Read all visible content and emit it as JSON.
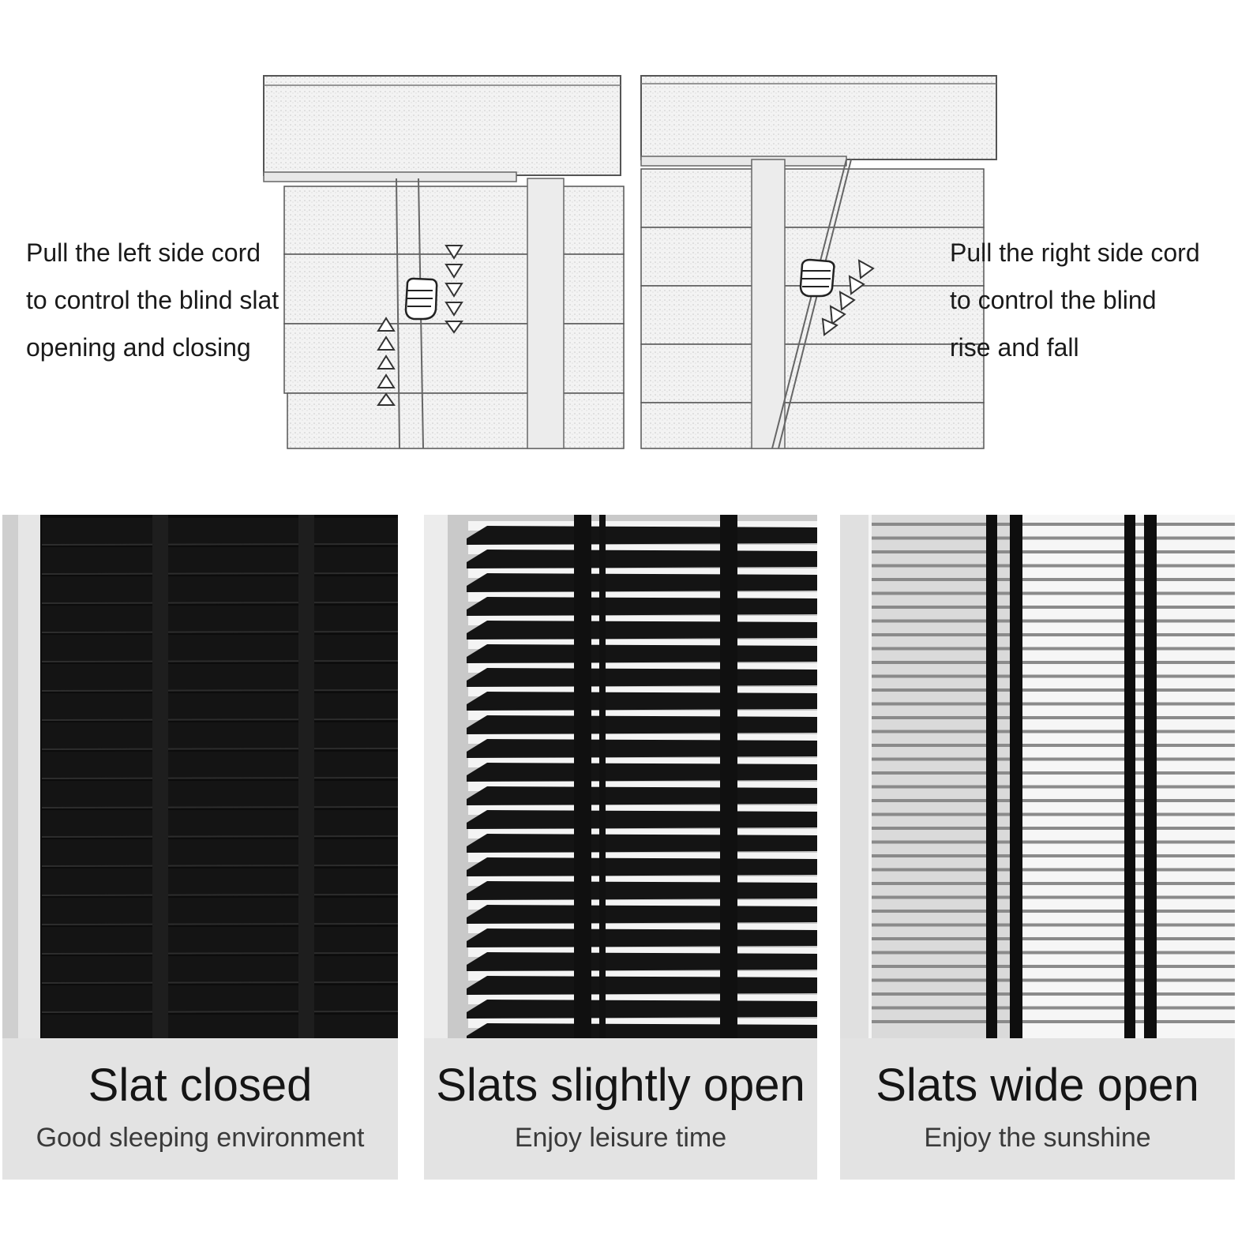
{
  "instructions": {
    "left": "Pull the left side cord\nto control the blind slat\nopening and closing",
    "right": "Pull the right side cord\nto control the blind\nrise and fall"
  },
  "icons": {
    "hand": "fist-hand-icon",
    "arrow_up": "arrow-up-icon",
    "arrow_down": "arrow-down-icon",
    "arrow_diag": "arrow-diagonal-icon"
  },
  "panels": [
    {
      "title": "Slat closed",
      "subtitle": "Good sleeping environment",
      "state": "closed"
    },
    {
      "title": "Slats slightly open",
      "subtitle": "Enjoy leisure time",
      "state": "slight"
    },
    {
      "title": "Slats wide open",
      "subtitle": "Enjoy the sunshine",
      "state": "wide"
    }
  ],
  "colors": {
    "slat_dark": "#141414",
    "caption_bg": "#e3e3e3",
    "sketch_fill": "#f1f1f1",
    "sketch_line": "#555555"
  }
}
